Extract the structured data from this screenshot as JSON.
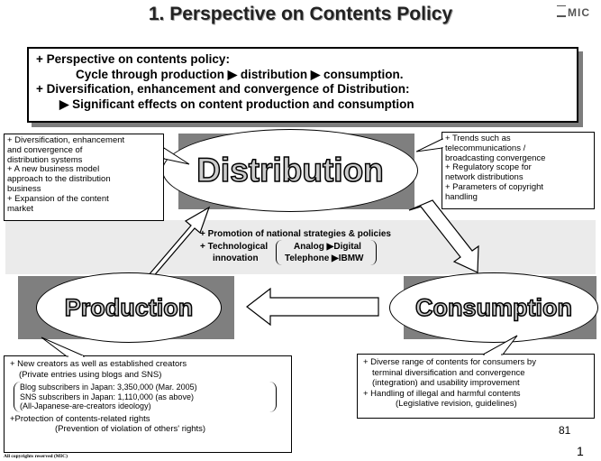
{
  "title": "1. Perspective on Contents Policy",
  "logo": "MIC",
  "top_box": {
    "line1": "+ Perspective on contents policy:",
    "line2": "Cycle through  production     ▶ distribution ▶ consumption.",
    "line3": "+ Diversification, enhancement and convergence of Distribution:",
    "line4": "▶ Significant effects on content production and consumption"
  },
  "nodes": {
    "distribution": "Distribution",
    "production": "Production",
    "consumption": "Consumption"
  },
  "callout_left": [
    "+ Diversification, enhancement",
    "   and convergence of",
    "   distribution systems",
    "+ A new business model",
    "   approach to the distribution",
    "   business",
    "+ Expansion of the content",
    "   market"
  ],
  "callout_right": [
    "+ Trends such as",
    "   telecommunications /",
    "   broadcasting convergence",
    "+ Regulatory scope for",
    "   network distributions",
    "+ Parameters of copyright",
    "   handling"
  ],
  "center": {
    "line1": "+ Promotion of national strategies & policies",
    "line2": "+ Technological",
    "line3": "innovation",
    "analog": "Analog ▶Digital",
    "telephone": "Telephone  ▶IBMW"
  },
  "production_box": {
    "line1": "+ New creators as well as established creators",
    "line2": "(Private entries using blogs and SNS)",
    "inner1": "Blog subscribers in Japan: 3,350,000 (Mar. 2005)",
    "inner2": "SNS subscribers in Japan: 1,110,000 (as above)",
    "inner3": "(All-Japanese-are-creators ideology)",
    "line3": "+Protection of contents-related rights",
    "line4": "(Prevention of violation of others' rights)"
  },
  "consumption_box": {
    "line1": "+ Diverse range of contents for consumers by",
    "line2": "terminal diversification and convergence",
    "line3": "(integration) and usability improvement",
    "line4": "+ Handling of illegal and harmful contents",
    "line5": "(Legislative revision, guidelines)"
  },
  "page_number_inner": "81",
  "page_number": "1",
  "copyright": "All copyrights reserved (MIC)",
  "colors": {
    "shadow": "#7f7f7f",
    "band": "#ebebeb",
    "arrow_fill": "#ffffff"
  }
}
